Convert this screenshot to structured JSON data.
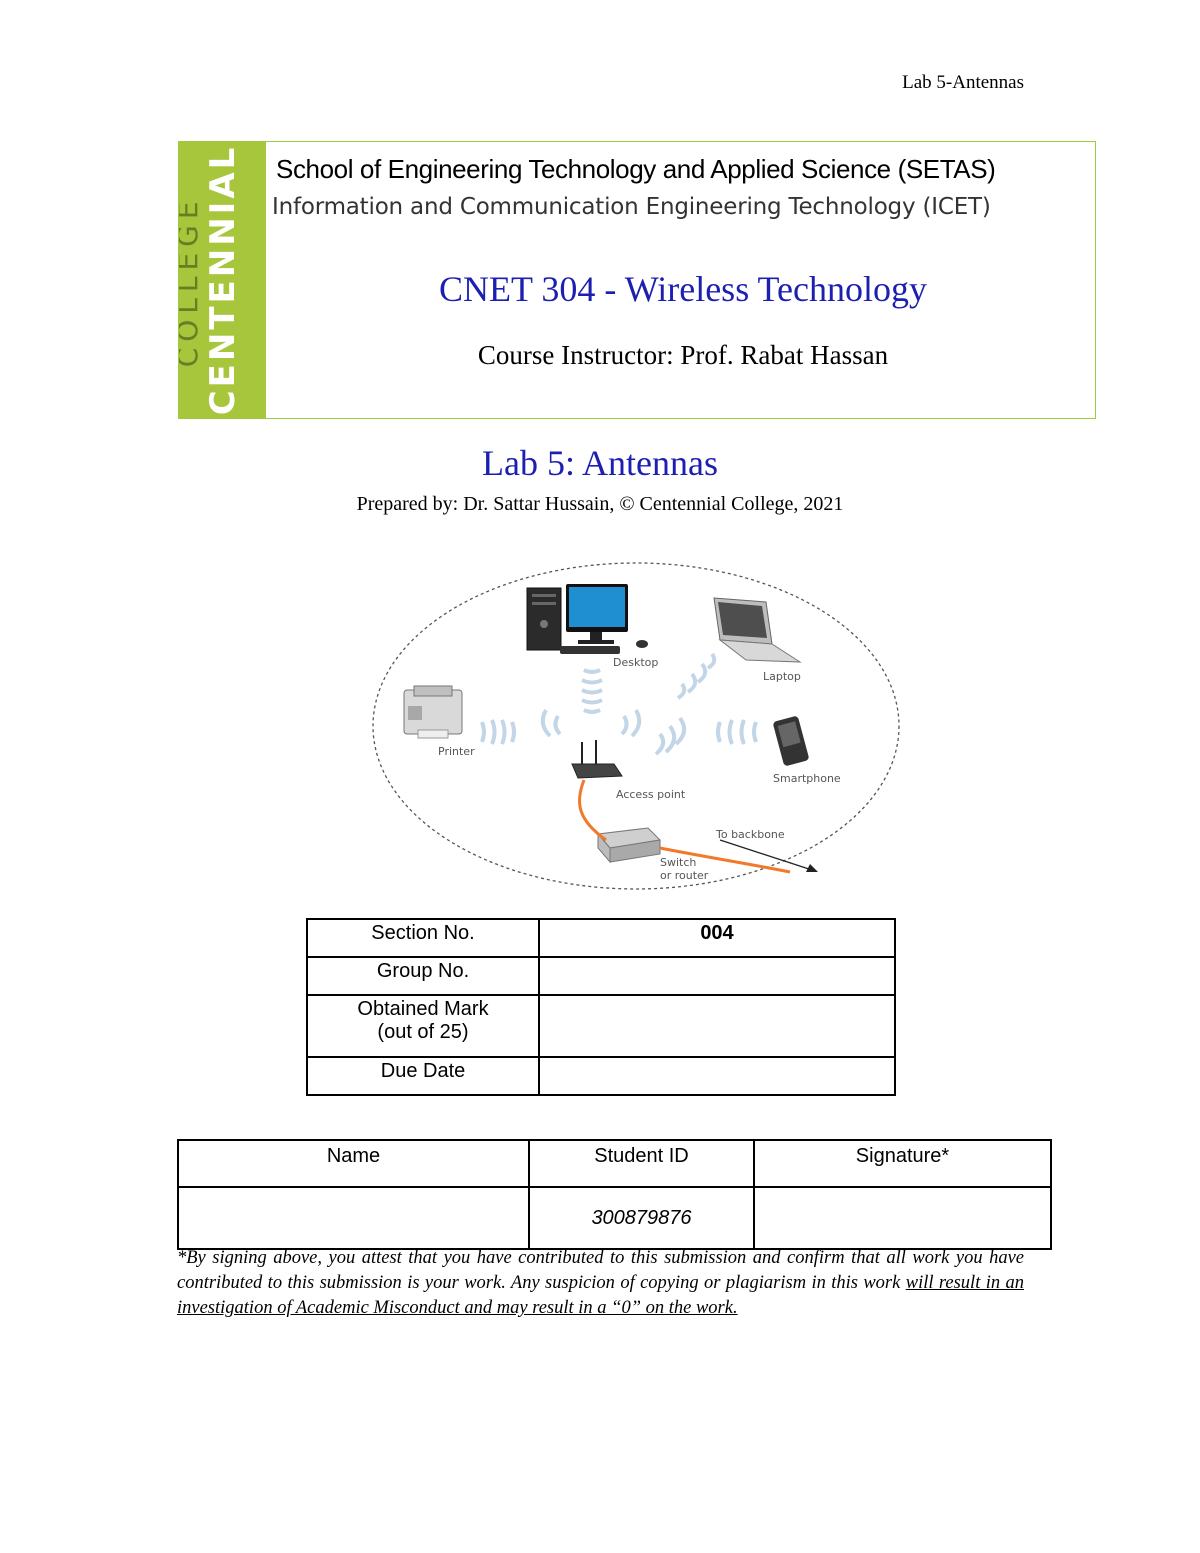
{
  "running_header": "Lab 5-Antennas",
  "banner": {
    "logo_line1": "CENTENNIAL",
    "logo_line2": "COLLEGE",
    "school": "School of Engineering Technology and Applied Science (SETAS)",
    "program": "Information and Communication Engineering Technology (ICET)",
    "course": "CNET 304 - Wireless Technology",
    "instructor": "Course Instructor: Prof. Rabat Hassan"
  },
  "lab_title": "Lab 5: Antennas",
  "prepared_by": "Prepared by: Dr. Sattar Hussain, © Centennial College, 2021",
  "diagram": {
    "labels": {
      "desktop": "Desktop",
      "laptop": "Laptop",
      "printer": "Printer",
      "smartphone": "Smartphone",
      "access_point": "Access point",
      "to_backbone": "To backbone",
      "switch_line1": "Switch",
      "switch_line2": "or router"
    },
    "cable_color": "#f07a2a"
  },
  "info_table": {
    "rows": [
      {
        "label": "Section No.",
        "value": "004"
      },
      {
        "label": "Group No.",
        "value": ""
      },
      {
        "label_line1": "Obtained Mark",
        "label_line2": "(out of 25)",
        "value": ""
      },
      {
        "label": "Due Date",
        "value": ""
      }
    ]
  },
  "student_table": {
    "headers": [
      "Name",
      "Student ID",
      "Signature*"
    ],
    "row": {
      "name": "",
      "student_id": "300879876",
      "signature": ""
    }
  },
  "disclaimer": {
    "plain": "*By signing above, you attest that you have contributed to this submission and confirm that all work you have contributed to this submission is your work.  Any suspicion of copying or plagiarism in this work ",
    "underlined": "will result in an investigation of Academic Misconduct and may result in a “0” on the work."
  }
}
